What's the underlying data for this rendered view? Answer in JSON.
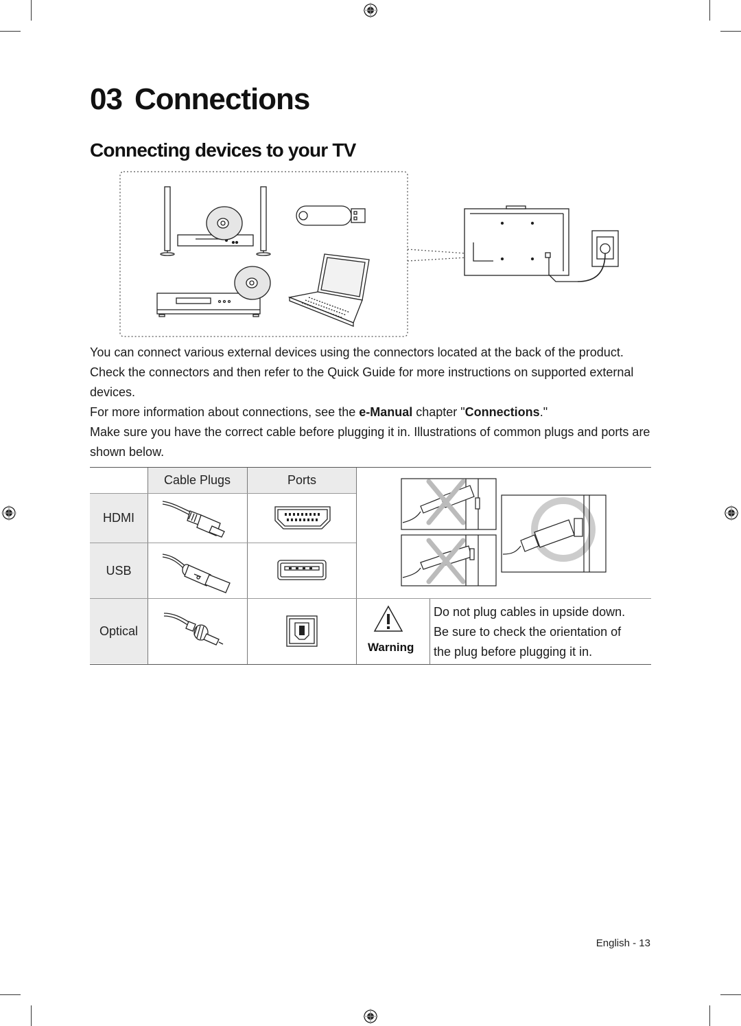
{
  "chapter": {
    "number": "03",
    "title": "Connections"
  },
  "section_title": "Connecting devices to your TV",
  "body": {
    "para1": "You can connect various external devices using the connectors located at the back of the product. Check the connectors and then refer to the Quick Guide for more instructions on supported external devices.",
    "para2_prefix": "For more information about connections, see the ",
    "para2_emanual": "e-Manual",
    "para2_mid": " chapter \"",
    "para2_chapter": "Connections",
    "para2_suffix": ".\"",
    "para3": "Make sure you have the correct cable before plugging it in. Illustrations of common plugs and ports are shown below."
  },
  "table": {
    "headers": {
      "cable_plugs": "Cable Plugs",
      "ports": "Ports"
    },
    "rows": [
      {
        "label": "HDMI"
      },
      {
        "label": "USB"
      },
      {
        "label": "Optical"
      }
    ],
    "warning": {
      "label": "Warning",
      "line1": "Do not plug cables in upside down.",
      "line2": "Be sure to check the orientation of",
      "line3": "the plug before plugging it in."
    }
  },
  "footer": {
    "page_label": "English - 13"
  },
  "icons": {
    "registration": "registration-mark-icon",
    "warning": "warning-triangle-icon",
    "wrong": "x-mark-icon",
    "correct": "o-mark-icon"
  }
}
